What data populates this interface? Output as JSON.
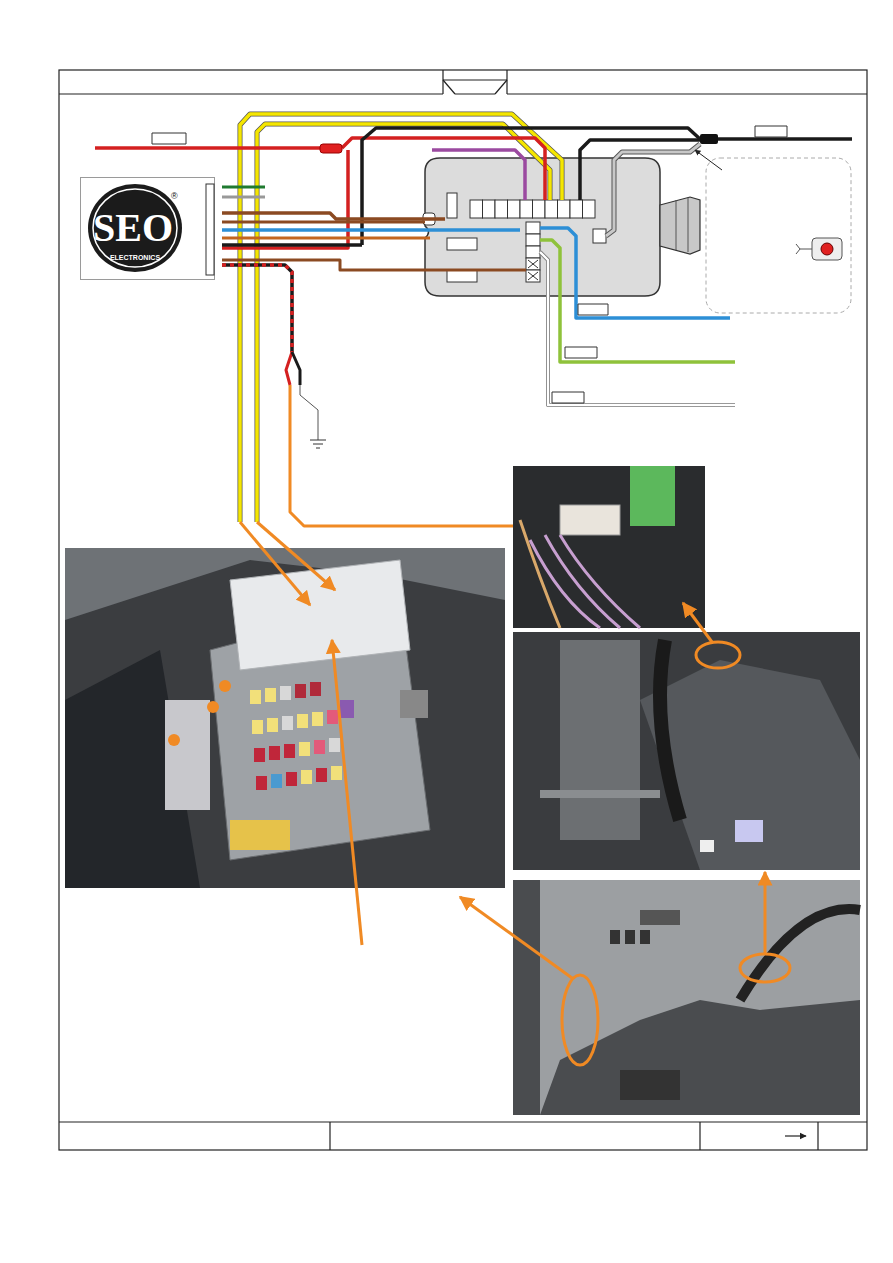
{
  "diagram": {
    "nodes": [
      {
        "text": [
          "SEO",
          "ELECTRONICS",
          "®"
        ]
      }
    ]
  }
}
